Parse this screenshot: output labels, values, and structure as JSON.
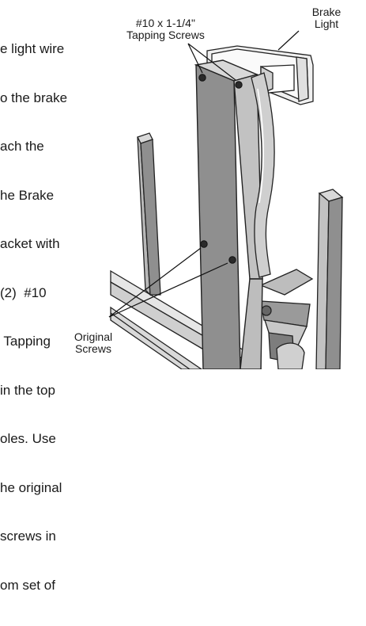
{
  "instructions": {
    "lines": [
      "e light wire",
      "o the brake",
      "ach the",
      "he Brake",
      "acket with",
      "(2)  #10",
      " Tapping",
      "in the top",
      "oles. Use",
      "he original",
      "screws in",
      "om set of"
    ]
  },
  "callouts": {
    "tapping_screws": [
      "#10 x 1-1/4\"",
      "Tapping Screws"
    ],
    "brake_light": [
      "Brake",
      "Light"
    ],
    "original_screws": [
      "Original",
      "Screws"
    ]
  },
  "colors": {
    "text": "#1a1a1a",
    "post_front": "#8f8f8f",
    "post_side": "#c2c2c2",
    "post_top": "#d8d8d8",
    "outline": "#222222"
  }
}
